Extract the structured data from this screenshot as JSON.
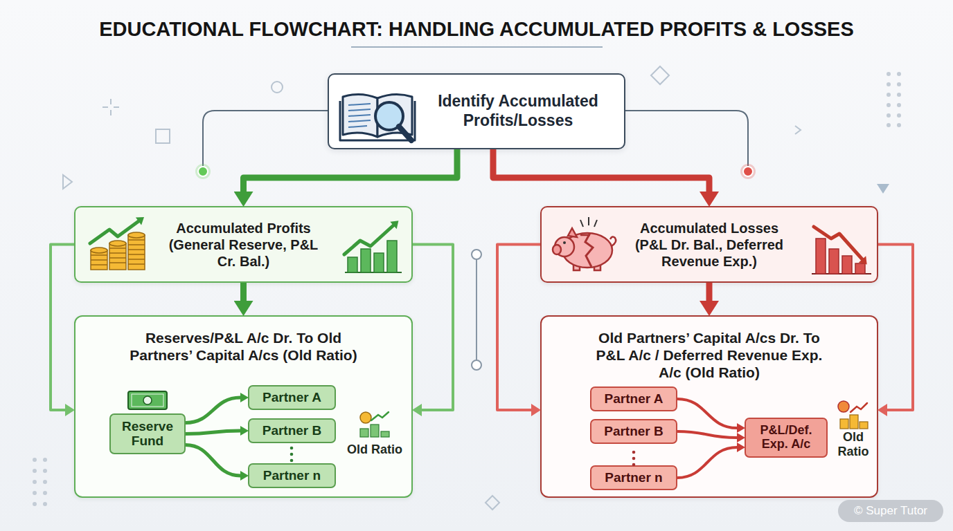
{
  "diagram": {
    "title": "EDUCATIONAL FLOWCHART: HANDLING ACCUMULATED PROFITS & LOSSES",
    "nodes": [
      {
        "text": [
          "Identify Accumulated Profits/Losses"
        ]
      },
      {
        "text": [
          "Accumulated Profits (General Reserve, P&L Cr. Bal.)"
        ]
      },
      {
        "text": [
          "Accumulated Losses (P&L Dr. Bal., Deferred Revenue Exp.)"
        ]
      },
      {
        "text": [
          "Reserves/P&L A/c Dr. To Old Partners’ Capital A/cs (Old Ratio)"
        ]
      },
      {
        "text": [
          "Reserve Fund"
        ],
        "in": 3
      },
      {
        "text": [
          "Partner A"
        ],
        "in": 3
      },
      {
        "text": [
          "Partner B"
        ],
        "in": 3
      },
      {
        "text": [
          "Partner n"
        ],
        "in": 3
      },
      {
        "text": [
          "Old Partners’ Capital A/cs Dr. To P&L A/c / Deferred Revenue Exp. A/c (Old Ratio)"
        ]
      },
      {
        "text": [
          "Partner A"
        ],
        "in": 8
      },
      {
        "text": [
          "Partner B"
        ],
        "in": 8
      },
      {
        "text": [
          "Partner n"
        ],
        "in": 8
      },
      {
        "text": [
          "P&L/Def. Exp. A/c"
        ],
        "in": 8
      }
    ],
    "edges": [
      {
        "from": 0,
        "to": 1,
        "arrow": "to"
      },
      {
        "from": 0,
        "to": 2,
        "arrow": "to"
      },
      {
        "from": 1,
        "to": 3,
        "arrow": "to"
      },
      {
        "from": 1,
        "to": 3,
        "arrow": "to"
      },
      {
        "from": 1,
        "to": 3,
        "arrow": "to"
      },
      {
        "from": 2,
        "to": 8,
        "arrow": "to"
      },
      {
        "from": 2,
        "to": 8,
        "arrow": "to"
      },
      {
        "from": 2,
        "to": 8,
        "arrow": "to"
      },
      {
        "from": 4,
        "to": 5,
        "arrow": "to"
      },
      {
        "from": 4,
        "to": 6,
        "arrow": "to"
      },
      {
        "from": 4,
        "to": 7,
        "arrow": "to"
      },
      {
        "from": 9,
        "to": 12,
        "arrow": "to"
      },
      {
        "from": 10,
        "to": 12,
        "arrow": "to"
      },
      {
        "from": 11,
        "to": 12,
        "arrow": "to"
      }
    ],
    "labels": [
      "Old Ratio",
      "Old Ratio",
      "© Super Tutor"
    ]
  }
}
